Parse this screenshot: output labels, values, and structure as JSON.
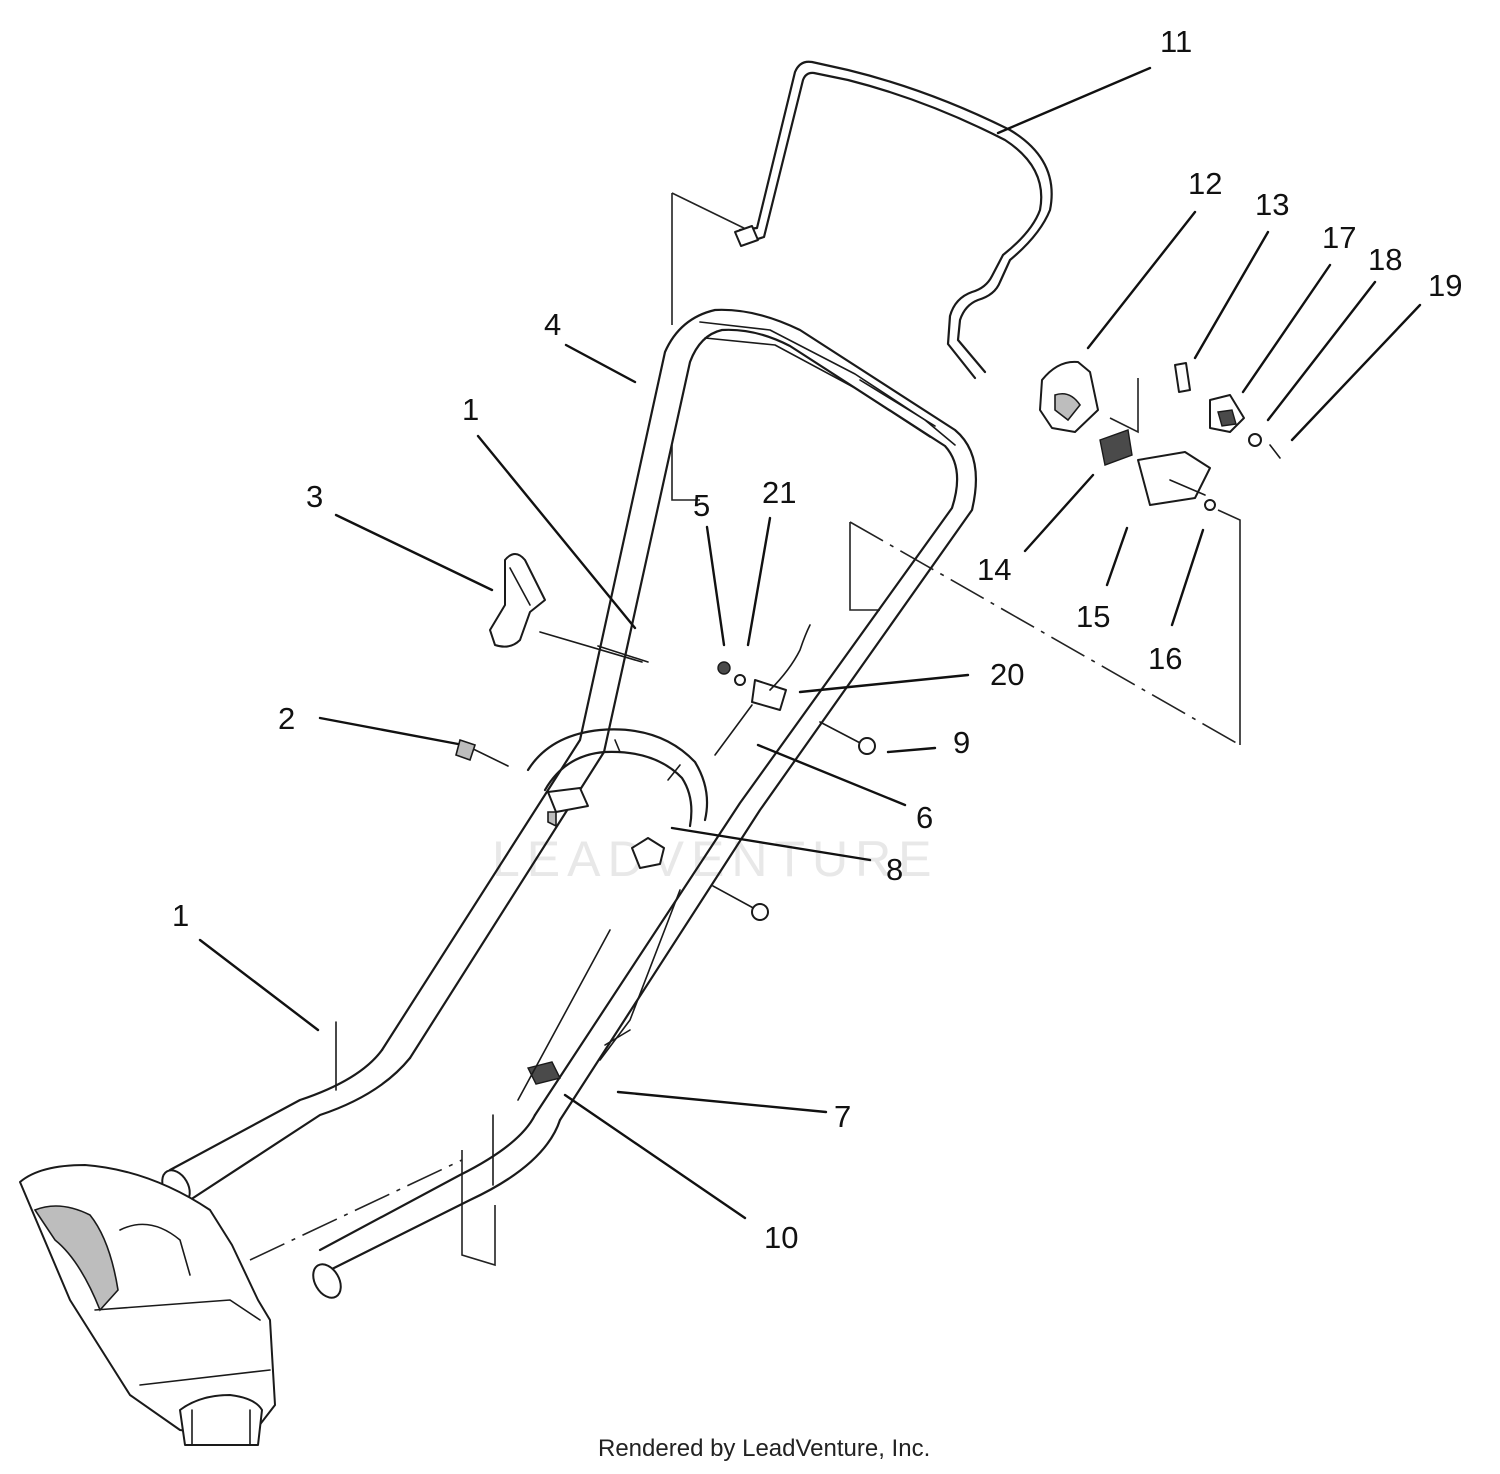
{
  "watermark": "LEADVENTURE",
  "credit": "Rendered by LeadVenture, Inc.",
  "callouts": [
    {
      "id": "c11",
      "label": "11"
    },
    {
      "id": "c12",
      "label": "12"
    },
    {
      "id": "c13",
      "label": "13"
    },
    {
      "id": "c17",
      "label": "17"
    },
    {
      "id": "c18",
      "label": "18"
    },
    {
      "id": "c19",
      "label": "19"
    },
    {
      "id": "c4",
      "label": "4"
    },
    {
      "id": "c1a",
      "label": "1"
    },
    {
      "id": "c3",
      "label": "3"
    },
    {
      "id": "c5",
      "label": "5"
    },
    {
      "id": "c21",
      "label": "21"
    },
    {
      "id": "c14",
      "label": "14"
    },
    {
      "id": "c15",
      "label": "15"
    },
    {
      "id": "c16",
      "label": "16"
    },
    {
      "id": "c20",
      "label": "20"
    },
    {
      "id": "c2",
      "label": "2"
    },
    {
      "id": "c9",
      "label": "9"
    },
    {
      "id": "c6",
      "label": "6"
    },
    {
      "id": "c8",
      "label": "8"
    },
    {
      "id": "c1b",
      "label": "1"
    },
    {
      "id": "c7",
      "label": "7"
    },
    {
      "id": "c10",
      "label": "10"
    }
  ]
}
